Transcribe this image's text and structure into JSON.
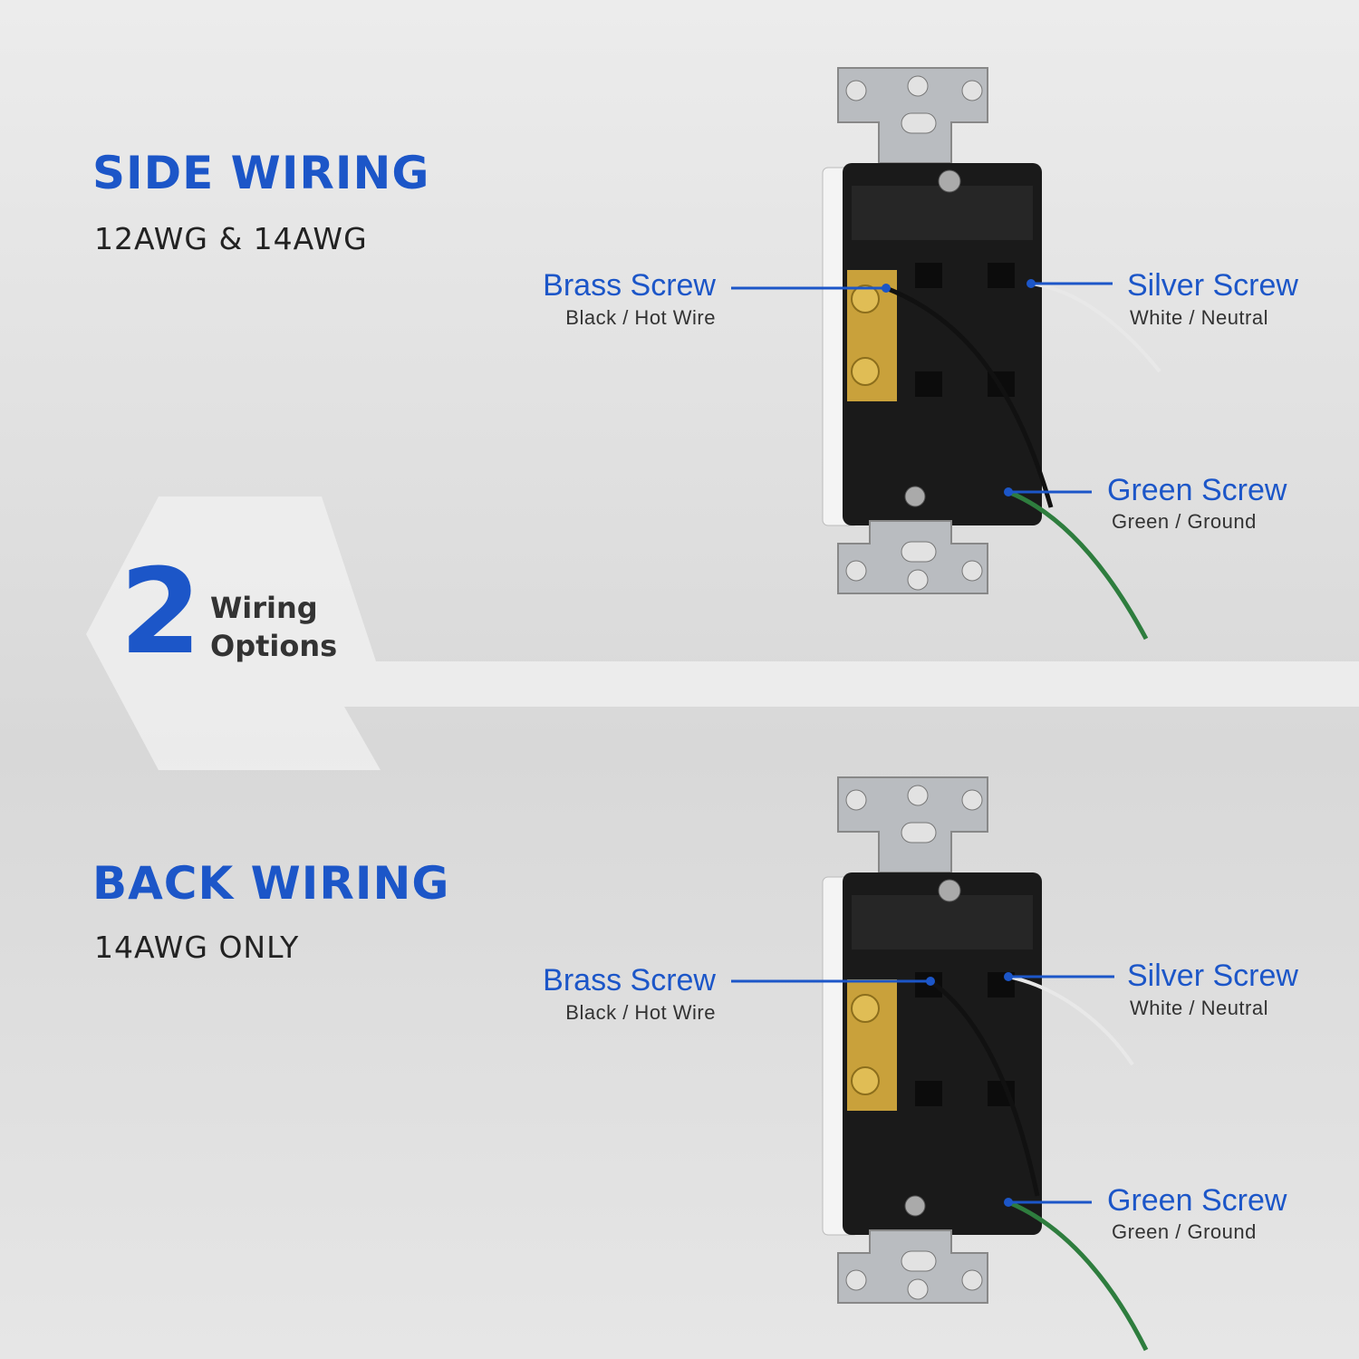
{
  "side": {
    "title": "SIDE WIRING",
    "subtitle": "12AWG & 14AWG",
    "brass": {
      "title": "Brass Screw",
      "sub": "Black / Hot Wire"
    },
    "silver": {
      "title": "Silver Screw",
      "sub": "White / Neutral"
    },
    "green": {
      "title": "Green Screw",
      "sub": "Green / Ground"
    }
  },
  "back": {
    "title": "BACK WIRING",
    "subtitle": "14AWG ONLY",
    "brass": {
      "title": "Brass Screw",
      "sub": "Black / Hot Wire"
    },
    "silver": {
      "title": "Silver Screw",
      "sub": "White / Neutral"
    },
    "green": {
      "title": "Green Screw",
      "sub": "Green / Ground"
    }
  },
  "badge": {
    "number": "2",
    "line1": "Wiring",
    "line2": "Options"
  },
  "colors": {
    "accent": "#1c56c8",
    "outlet_body": "#1a1a1a",
    "brass": "#c9a13b",
    "metal": "#b9bcc0"
  },
  "icons": [
    "outlet-side-wired",
    "outlet-back-wired"
  ]
}
